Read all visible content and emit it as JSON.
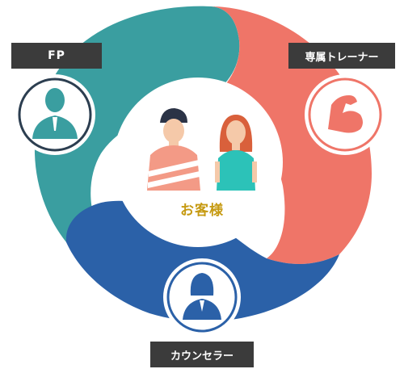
{
  "roles": {
    "fp": {
      "label": "FP",
      "color": "#3a9ea0",
      "icon": "businessman-icon"
    },
    "trainer": {
      "label": "専属トレーナー",
      "color": "#ef7568",
      "icon": "flexed-arm-icon"
    },
    "counselor": {
      "label": "カウンセラー",
      "color": "#2b61a8",
      "icon": "businesswoman-icon"
    }
  },
  "center": {
    "label": "お客様",
    "label_color": "#c69a12",
    "icon": "couple-icon"
  },
  "label_box_color": "#3b3b3b"
}
